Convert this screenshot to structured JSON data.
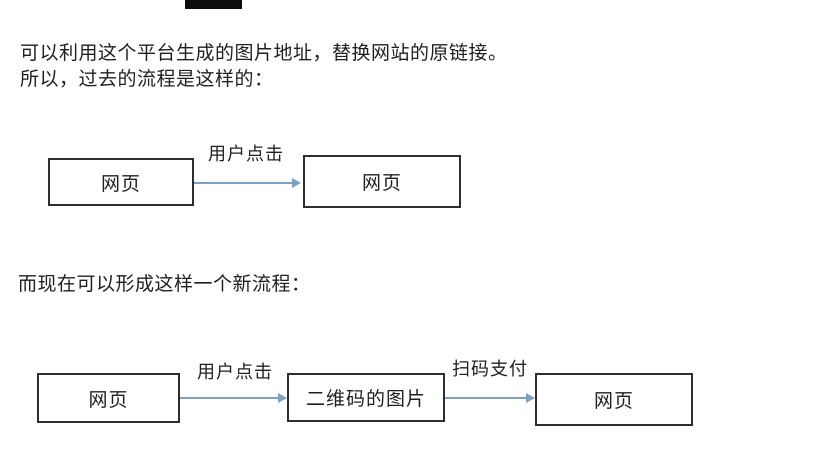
{
  "paragraphs": {
    "line1": "可以利用这个平台生成的图片地址，替换网站的原链接。",
    "line2": "所以，过去的流程是这样的：",
    "section2": "而现在可以形成这样一个新流程："
  },
  "flow_old": {
    "nodes": [
      {
        "label": "网页"
      },
      {
        "label": "网页"
      }
    ],
    "edges": [
      {
        "label": "用户点击"
      }
    ]
  },
  "flow_new": {
    "nodes": [
      {
        "label": "网页"
      },
      {
        "label": "二维码的图片"
      },
      {
        "label": "网页"
      }
    ],
    "edges": [
      {
        "label": "用户点击"
      },
      {
        "label": "扫码支付"
      }
    ]
  },
  "colors": {
    "text": "#1f1f1f",
    "box_border": "#2e2e2e",
    "arrow": "#7f9fc0",
    "top_bar": "#0d0d0d",
    "page_bg": "#ffffff"
  }
}
